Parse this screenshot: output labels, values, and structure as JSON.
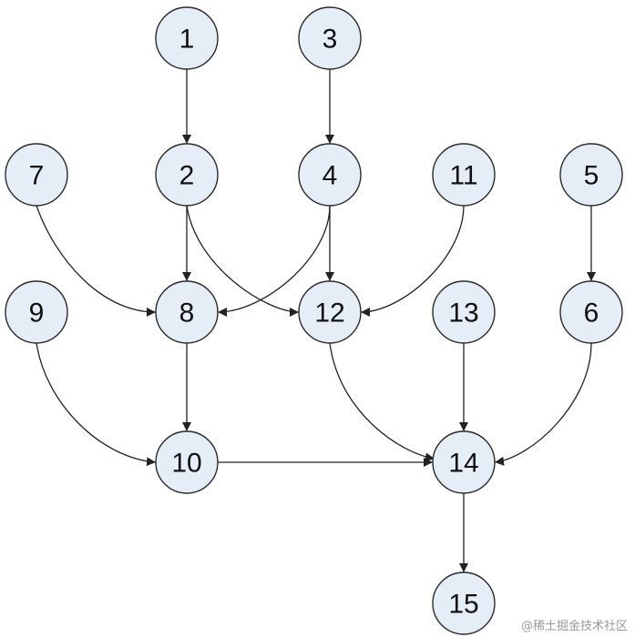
{
  "nodes": [
    {
      "id": "1",
      "label": "1"
    },
    {
      "id": "3",
      "label": "3"
    },
    {
      "id": "7",
      "label": "7"
    },
    {
      "id": "2",
      "label": "2"
    },
    {
      "id": "4",
      "label": "4"
    },
    {
      "id": "11",
      "label": "11"
    },
    {
      "id": "5",
      "label": "5"
    },
    {
      "id": "9",
      "label": "9"
    },
    {
      "id": "8",
      "label": "8"
    },
    {
      "id": "12",
      "label": "12"
    },
    {
      "id": "13",
      "label": "13"
    },
    {
      "id": "6",
      "label": "6"
    },
    {
      "id": "10",
      "label": "10"
    },
    {
      "id": "14",
      "label": "14"
    },
    {
      "id": "15",
      "label": "15"
    }
  ],
  "edges": [
    {
      "from": "1",
      "to": "2"
    },
    {
      "from": "3",
      "to": "4"
    },
    {
      "from": "7",
      "to": "8"
    },
    {
      "from": "2",
      "to": "8"
    },
    {
      "from": "2",
      "to": "12"
    },
    {
      "from": "4",
      "to": "8"
    },
    {
      "from": "4",
      "to": "12"
    },
    {
      "from": "11",
      "to": "12"
    },
    {
      "from": "5",
      "to": "6"
    },
    {
      "from": "9",
      "to": "10"
    },
    {
      "from": "8",
      "to": "10"
    },
    {
      "from": "10",
      "to": "14"
    },
    {
      "from": "12",
      "to": "14"
    },
    {
      "from": "13",
      "to": "14"
    },
    {
      "from": "6",
      "to": "14"
    },
    {
      "from": "14",
      "to": "15"
    }
  ],
  "watermark": "@稀土掘金技术社区"
}
